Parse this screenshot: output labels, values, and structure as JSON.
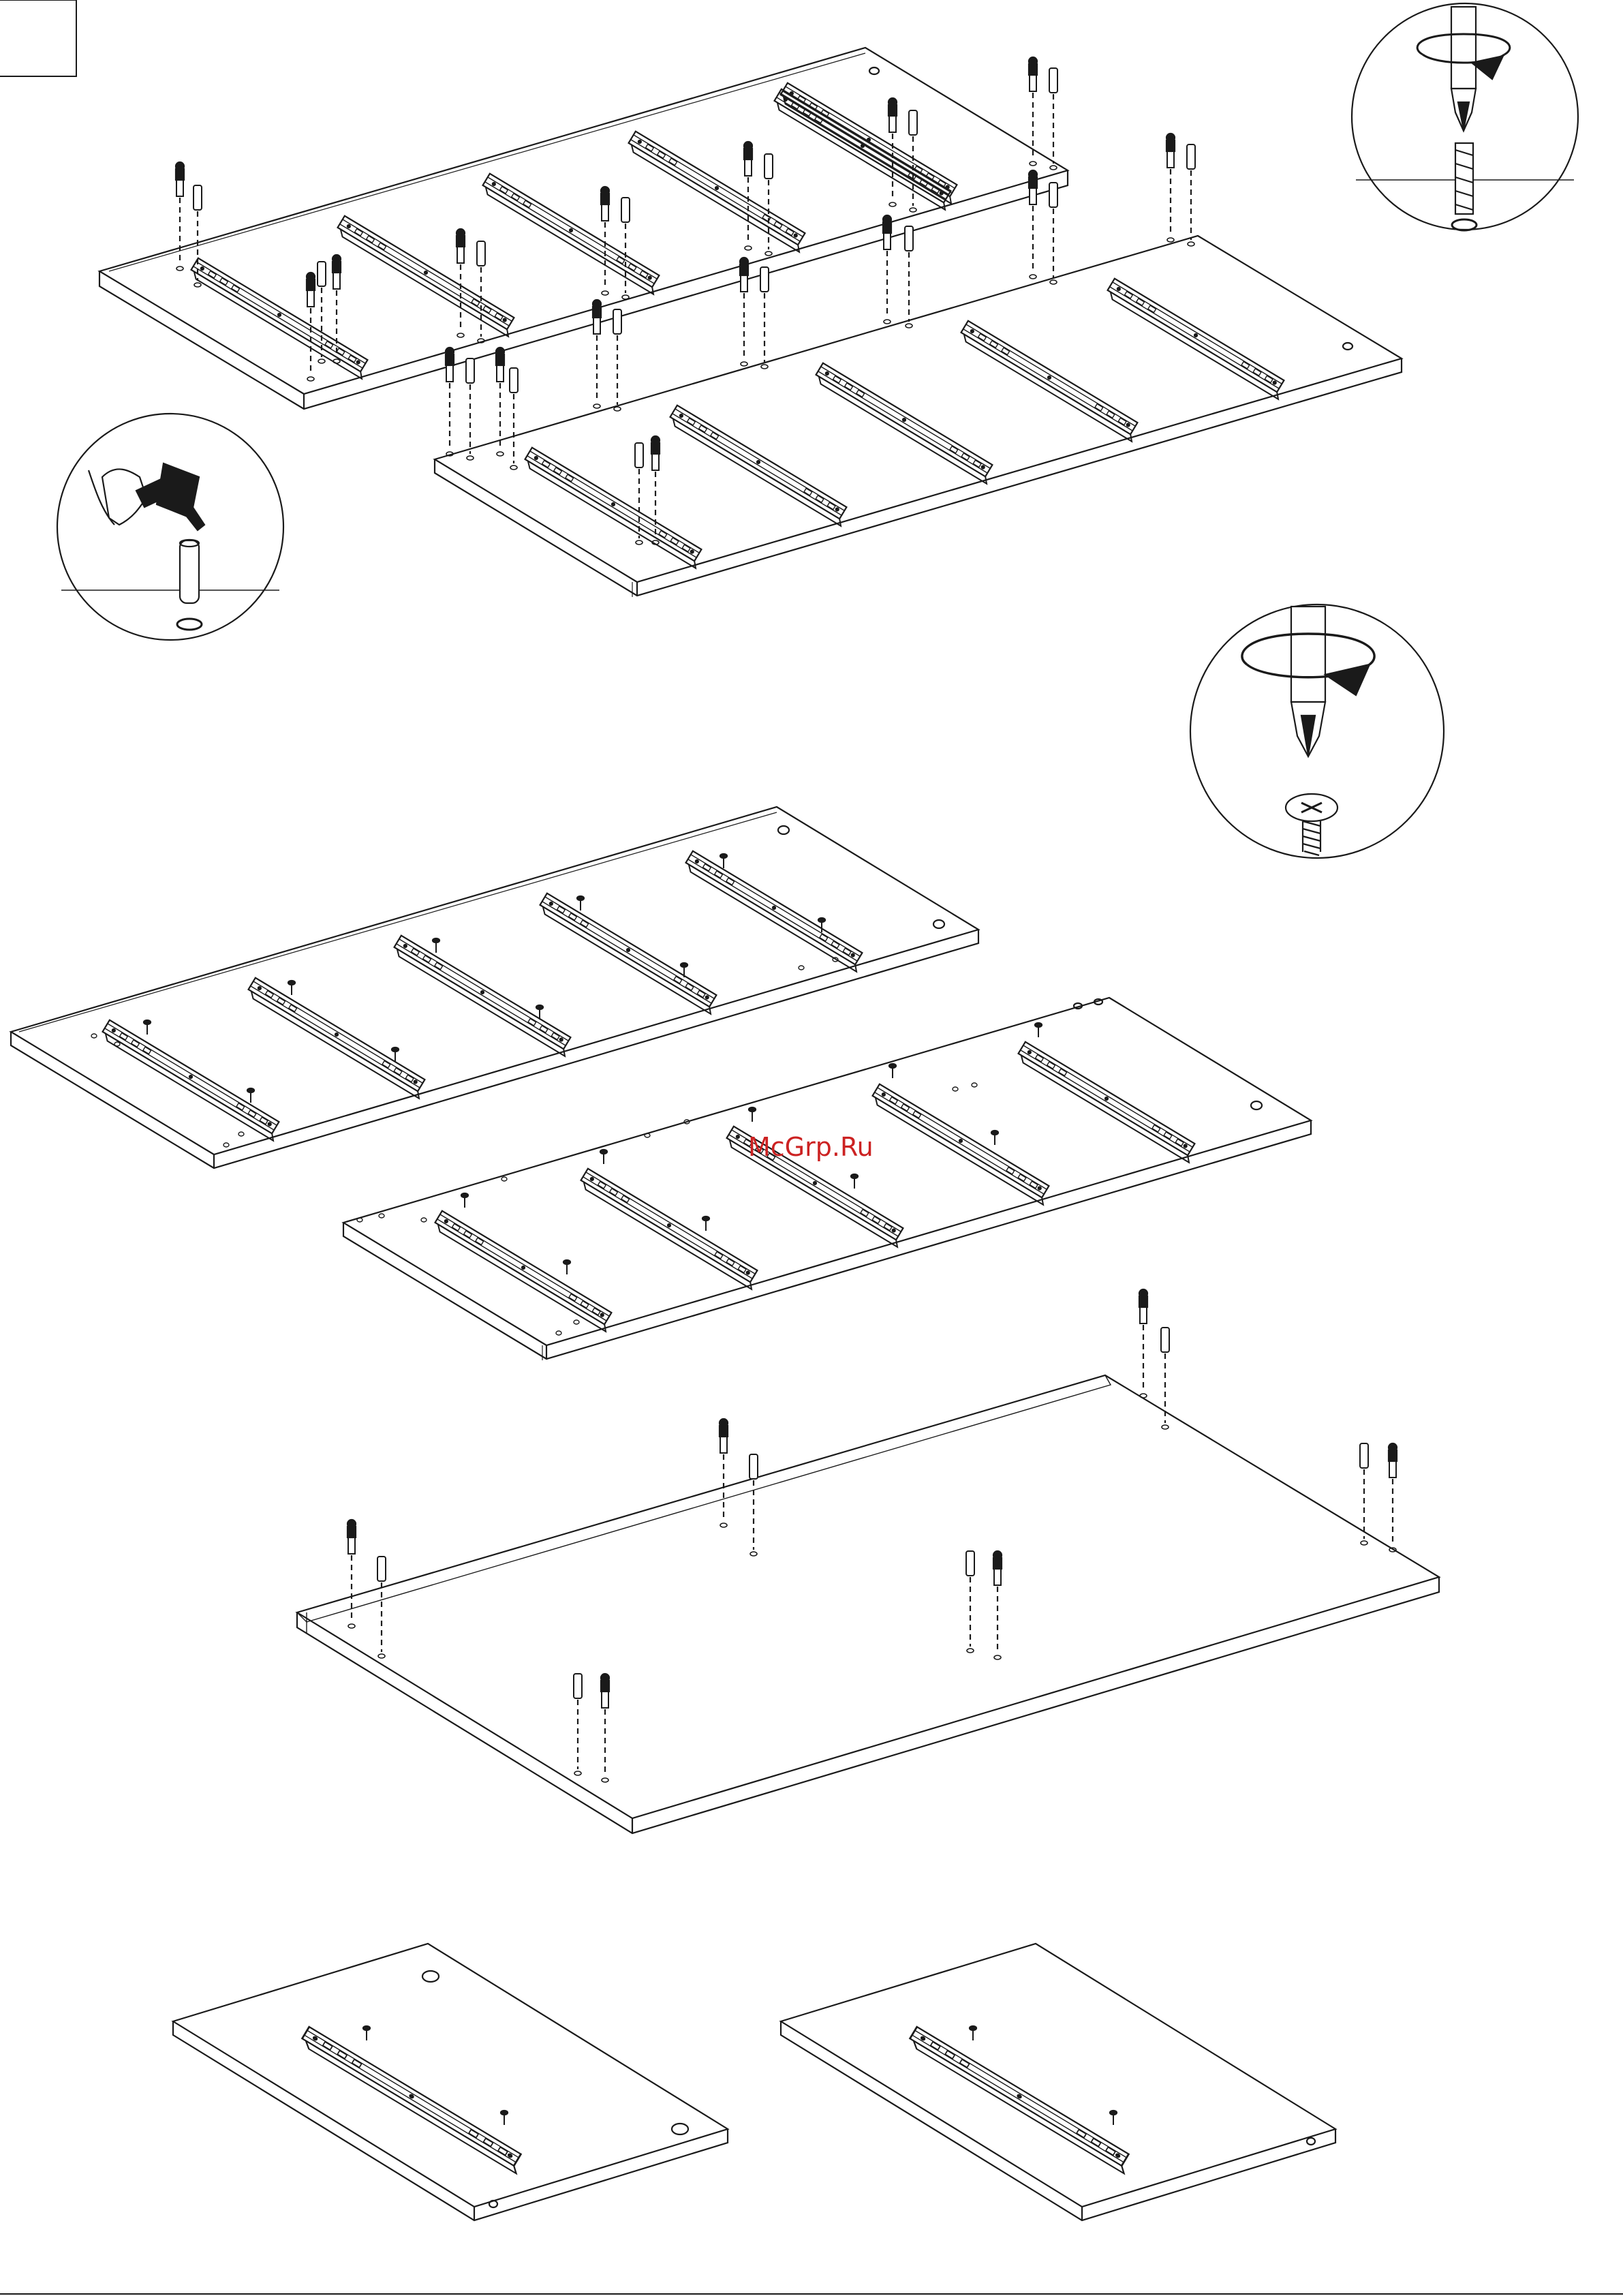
{
  "page": {
    "watermark": "McGrp.Ru"
  },
  "colors": {
    "line": "#1a1a1a",
    "watermark": "#cc2222",
    "background": "#ffffff"
  },
  "figures": [
    {
      "name": "panel-pair-with-dowels-and-cam-bolts",
      "icon": "dowel-and-cam-bolt-icon"
    },
    {
      "name": "hammer-dowel-detail",
      "icon": "hammer-icon"
    },
    {
      "name": "screwdriver-cam-bolt-detail",
      "icon": "screwdriver-icon"
    },
    {
      "name": "screwdriver-screw-detail",
      "icon": "screw-icon"
    },
    {
      "name": "panel-pair-with-rails-screwed",
      "icon": "rail-icon"
    },
    {
      "name": "base-panel-with-dowels",
      "icon": "dowel-icon"
    },
    {
      "name": "small-panels-with-rails",
      "icon": "rail-icon"
    }
  ]
}
